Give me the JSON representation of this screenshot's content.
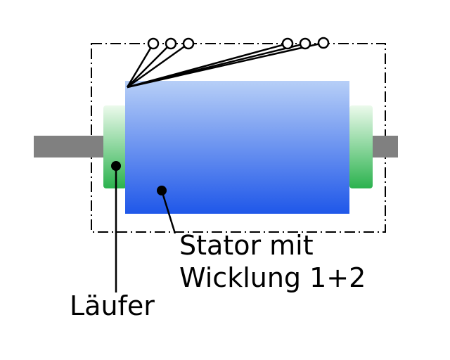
{
  "diagram": {
    "labels": {
      "rotor_label": "Läufer",
      "stator_label_line1": "Stator mit",
      "stator_label_line2": "Wicklung 1+2"
    },
    "colors": {
      "background": "#ffffff",
      "outline": "#000000",
      "shaft_gray": "#808080",
      "rotor_end_top": "#ecfaec",
      "rotor_end_bottom": "#2bb24e",
      "stator_top": "#b7cff7",
      "stator_bottom": "#1f57e9"
    },
    "terminals": {
      "count": "6"
    }
  }
}
